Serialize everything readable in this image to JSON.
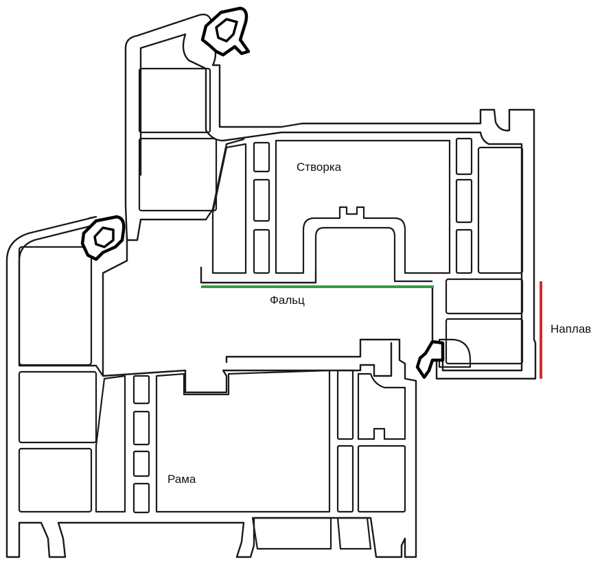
{
  "labels": {
    "sash": "Створка",
    "rebate": "Фальц",
    "frame": "Рама",
    "overlap": "Наплав"
  },
  "colors": {
    "rebate_line": "#2e9e45",
    "overlap_line": "#d42a2a",
    "outline": "#1a1a1a"
  }
}
